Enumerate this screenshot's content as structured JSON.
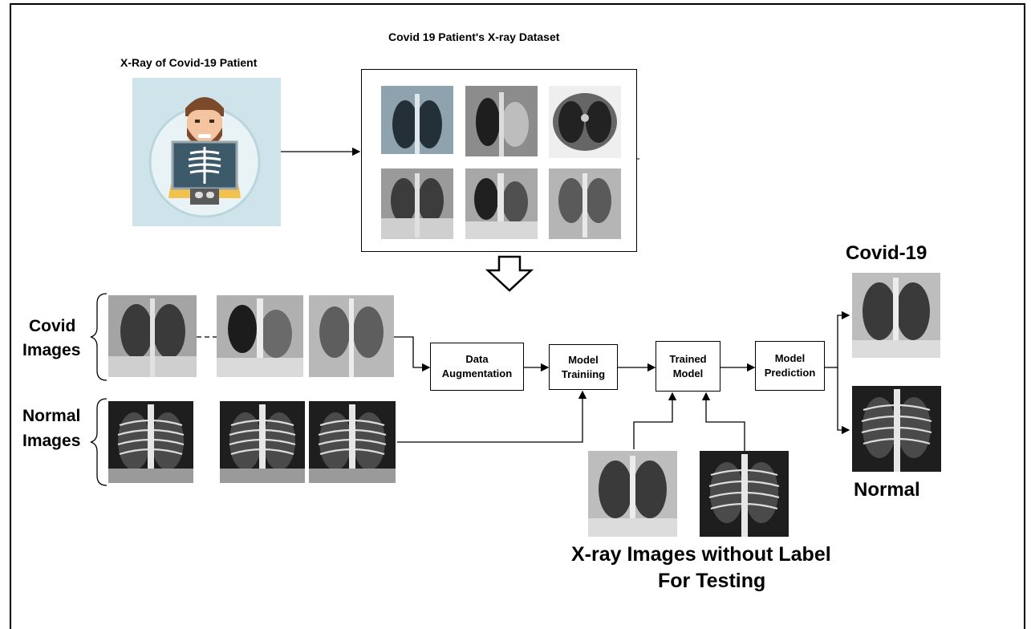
{
  "titles": {
    "patient": "X-Ray of Covid-19 Patient",
    "dataset": "Covid 19 Patient's X-ray Dataset"
  },
  "groups": {
    "covid_line1": "Covid",
    "covid_line2": "Images",
    "normal_line1": "Normal",
    "normal_line2": "Images"
  },
  "steps": {
    "augmentation": "Data\nAugmentation",
    "training": "Model\nTrainiing",
    "trained": "Trained\nModel",
    "prediction": "Model\nPrediction"
  },
  "outputs": {
    "covid": "Covid-19",
    "normal": "Normal"
  },
  "testing": {
    "line1": "X-ray Images without Label",
    "line2": "For Testing"
  },
  "colors": {
    "illustration_bg": "#cfe4ea",
    "circle_fill": "#e9f3f5",
    "xray_dark": "#2e2e2e",
    "xray_light": "#e8e8e8",
    "beard": "#7a4a2a",
    "skin": "#f4c3a0",
    "shirt": "#f2c24e",
    "scan_panel": "#3d5a6b"
  }
}
